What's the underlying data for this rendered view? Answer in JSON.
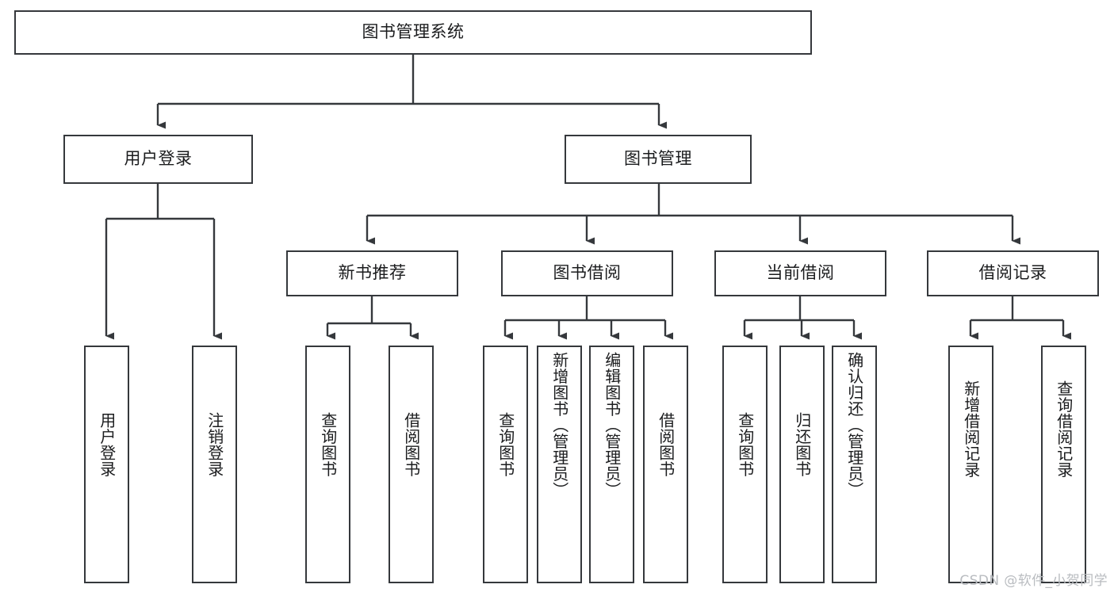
{
  "diagram": {
    "title": "图书管理系统",
    "type": "tree-hierarchy",
    "orientation": "top-down",
    "colors": {
      "box_stroke": "#35383c",
      "box_fill": "#ffffff",
      "edge_stroke": "#35383c",
      "text": "#1b1c1e",
      "watermark": "#b9bcc0",
      "background": "#ffffff"
    },
    "watermark": "CSDN @软件_小贺同学",
    "nodes": {
      "root": {
        "label": "图书管理系统"
      },
      "level1": [
        {
          "id": "user-login",
          "label": "用户登录"
        },
        {
          "id": "book-manage",
          "label": "图书管理"
        }
      ],
      "level2": [
        {
          "id": "new-book-recommend",
          "label": "新书推荐",
          "parent": "book-manage"
        },
        {
          "id": "book-borrow",
          "label": "图书借阅",
          "parent": "book-manage"
        },
        {
          "id": "current-borrow",
          "label": "当前借阅",
          "parent": "book-manage"
        },
        {
          "id": "borrow-record",
          "label": "借阅记录",
          "parent": "book-manage"
        }
      ],
      "leaves": {
        "user-login": [
          {
            "id": "leaf-user-login",
            "label": "用户登录"
          },
          {
            "id": "leaf-user-logout",
            "label": "注销登录"
          }
        ],
        "new-book-recommend": [
          {
            "id": "leaf-query-book-1",
            "label": "查询图书"
          },
          {
            "id": "leaf-borrow-book-1",
            "label": "借阅图书"
          }
        ],
        "book-borrow": [
          {
            "id": "leaf-query-book-2",
            "label": "查询图书"
          },
          {
            "id": "leaf-add-book",
            "label": "新增图书（管理员）"
          },
          {
            "id": "leaf-edit-book",
            "label": "编辑图书（管理员）"
          },
          {
            "id": "leaf-borrow-book-2",
            "label": "借阅图书"
          }
        ],
        "current-borrow": [
          {
            "id": "leaf-query-book-3",
            "label": "查询图书"
          },
          {
            "id": "leaf-return-book",
            "label": "归还图书"
          },
          {
            "id": "leaf-confirm-return",
            "label": "确认归还（管理员）"
          }
        ],
        "borrow-record": [
          {
            "id": "leaf-add-record",
            "label": "新增借阅记录"
          },
          {
            "id": "leaf-query-record",
            "label": "查询借阅记录"
          }
        ]
      }
    }
  }
}
